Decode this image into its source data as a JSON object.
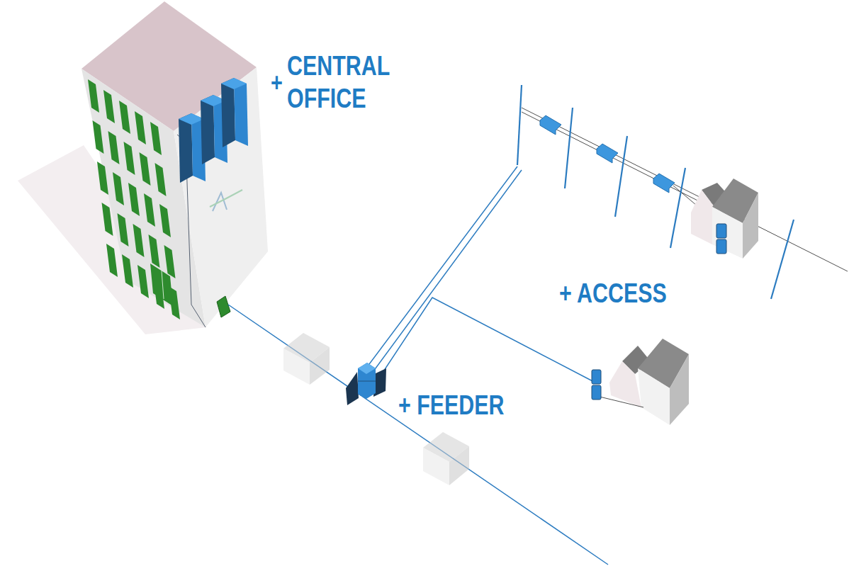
{
  "diagram": {
    "labels": [
      "+",
      "CENTRAL OFFICE",
      "+ FEEDER",
      "+ ACCESS"
    ]
  }
}
